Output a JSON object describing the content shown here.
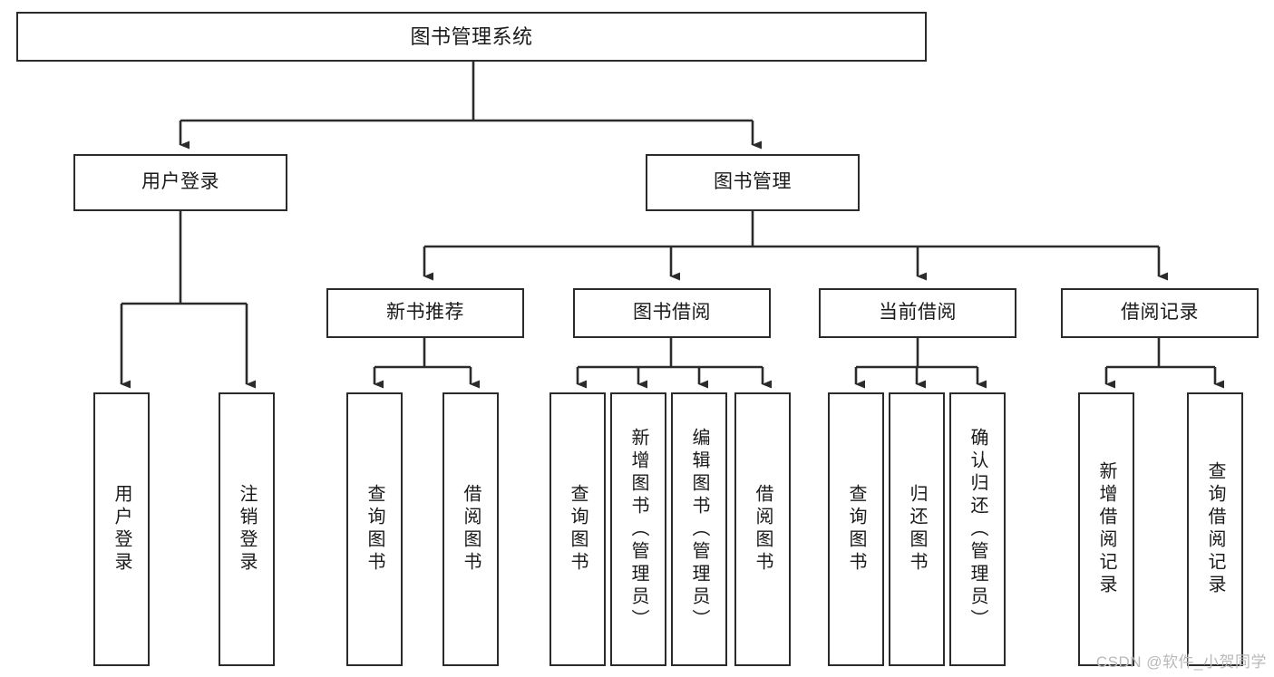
{
  "diagram": {
    "type": "tree",
    "title": "图书管理系统",
    "watermark": "CSDN @软件_小贺同学",
    "colors": {
      "box_border": "#2b2b2b",
      "box_fill": "#ffffff",
      "connector": "#2b2b2b",
      "text": "#1a1a1a",
      "watermark": "#b9b9b9"
    },
    "nodes": {
      "root": {
        "label": "图书管理系统"
      },
      "level1": [
        {
          "label": "用户登录"
        },
        {
          "label": "图书管理"
        }
      ],
      "level2": [
        {
          "label": "新书推荐"
        },
        {
          "label": "图书借阅"
        },
        {
          "label": "当前借阅"
        },
        {
          "label": "借阅记录"
        }
      ],
      "leaves_user_login": [
        {
          "label": "用户登录"
        },
        {
          "label": "注销登录"
        }
      ],
      "leaves_new_books": [
        {
          "label": "查询图书"
        },
        {
          "label": "借阅图书"
        }
      ],
      "leaves_borrow": [
        {
          "label": "查询图书"
        },
        {
          "label": "新增图书（管理员）"
        },
        {
          "label": "编辑图书（管理员）"
        },
        {
          "label": "借阅图书"
        }
      ],
      "leaves_current": [
        {
          "label": "查询图书"
        },
        {
          "label": "归还图书"
        },
        {
          "label": "确认归还（管理员）"
        }
      ],
      "leaves_records": [
        {
          "label": "新增借阅记录"
        },
        {
          "label": "查询借阅记录"
        }
      ]
    }
  }
}
